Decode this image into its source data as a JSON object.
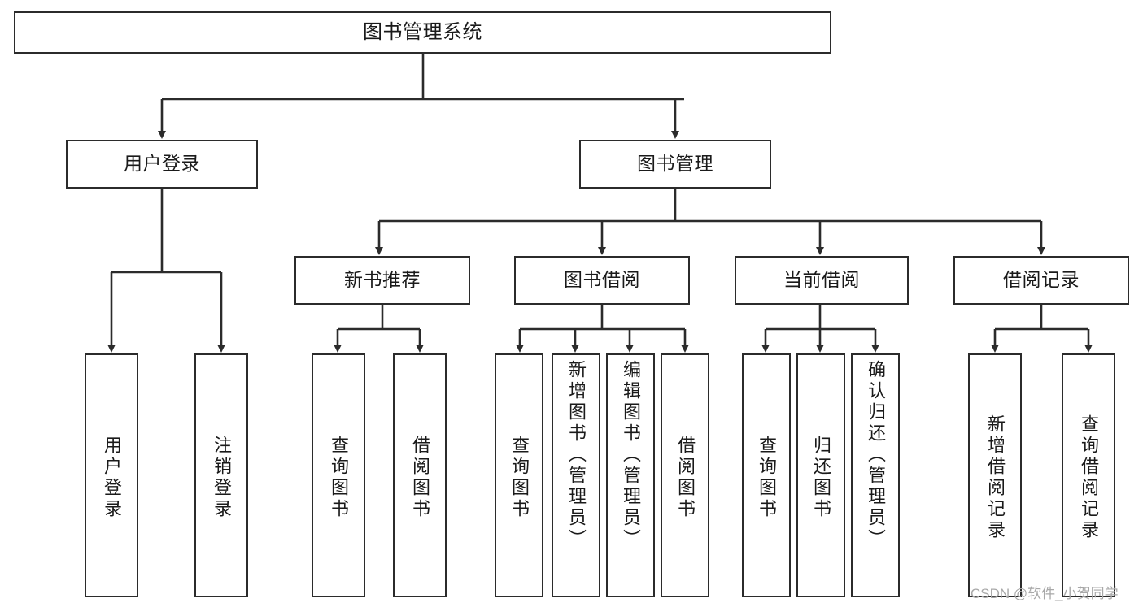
{
  "diagram": {
    "title_node": {
      "label": "图书管理系统"
    },
    "level2": [
      {
        "label": "用户登录"
      },
      {
        "label": "图书管理"
      }
    ],
    "level3": [
      {
        "label": "新书推荐"
      },
      {
        "label": "图书借阅"
      },
      {
        "label": "当前借阅"
      },
      {
        "label": "借阅记录"
      }
    ],
    "leaves": {
      "user_login": [
        {
          "label": "用户登录"
        },
        {
          "label": "注销登录"
        }
      ],
      "new_book": [
        {
          "label": "查询图书"
        },
        {
          "label": "借阅图书"
        }
      ],
      "borrow": [
        {
          "label": "查询图书"
        },
        {
          "label": "新增图书（管理员）"
        },
        {
          "label": "编辑图书（管理员）"
        },
        {
          "label": "借阅图书"
        }
      ],
      "current": [
        {
          "label": "查询图书"
        },
        {
          "label": "归还图书"
        },
        {
          "label": "确认归还（管理员）"
        }
      ],
      "records": [
        {
          "label": "新增借阅记录"
        },
        {
          "label": "查询借阅记录"
        }
      ]
    }
  },
  "watermark": {
    "text": "CSDN @软件_小贺同学"
  },
  "colors": {
    "stroke": "#2b2b2b",
    "background": "#ffffff",
    "text": "#1a1a1a",
    "watermark": "#a8a8a8"
  }
}
